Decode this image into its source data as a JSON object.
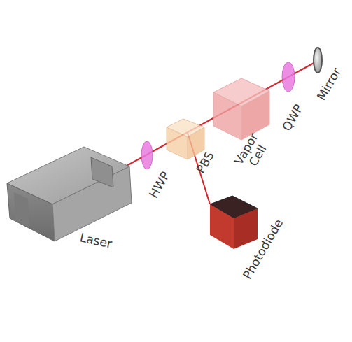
{
  "diagram": {
    "labels": [
      "Laser",
      "HWP",
      "PBS",
      "Vapor Cell",
      "QWP",
      "Mirror",
      "Photodiode"
    ]
  }
}
